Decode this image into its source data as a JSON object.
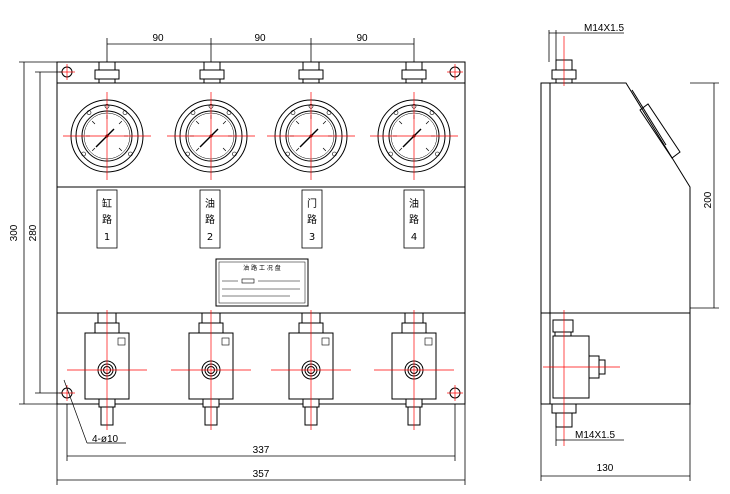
{
  "dimensions": {
    "spacing": [
      "90",
      "90",
      "90"
    ],
    "height_total": "300",
    "height_inner": "280",
    "width_hole_span": "337",
    "width_total": "357",
    "side_height": "200",
    "side_depth": "130",
    "thread_top": "M14X1.5",
    "thread_bottom": "M14X1.5",
    "holes": "4-ø10"
  },
  "gauge_labels": [
    {
      "line1": "缸",
      "line2": "路",
      "line3": "1"
    },
    {
      "line1": "油",
      "line2": "路",
      "line3": "2"
    },
    {
      "line1": "门",
      "line2": "路",
      "line3": "3"
    },
    {
      "line1": "油",
      "line2": "路",
      "line3": "4"
    }
  ],
  "nameplate": {
    "title": "油 路 工 况 盘"
  },
  "colors": {
    "line": "#000000",
    "centerline": "#ff0000",
    "needle": "#000000"
  }
}
